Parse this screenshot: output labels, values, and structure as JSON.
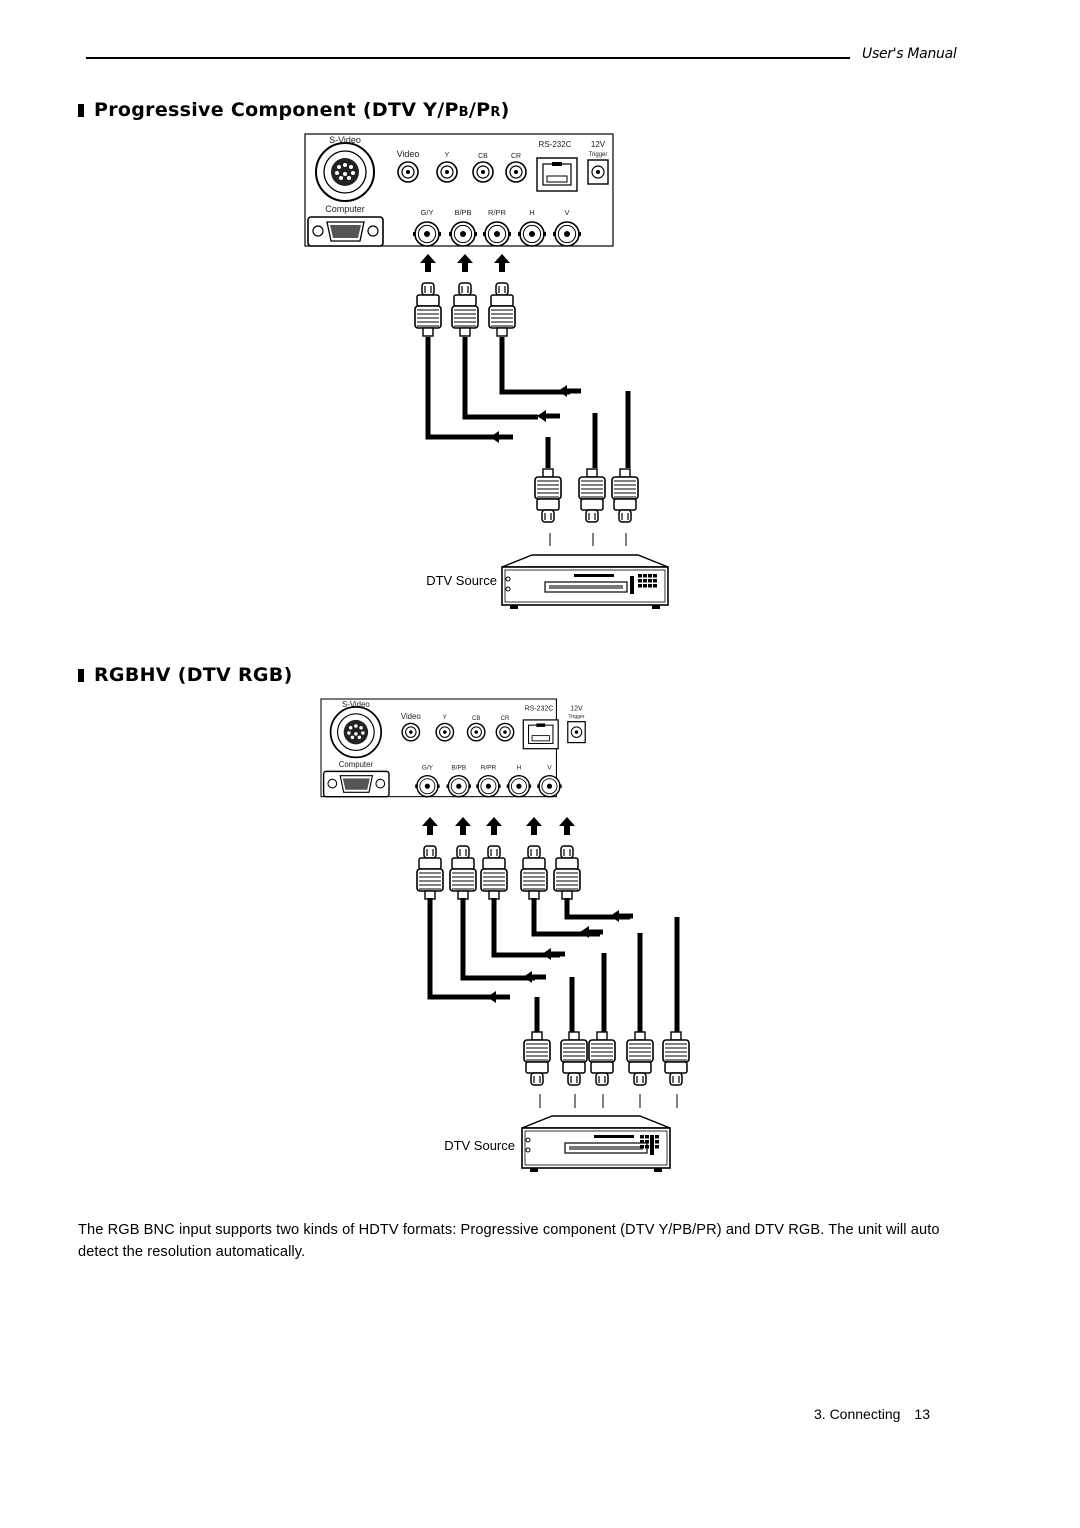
{
  "header": {
    "manual_label": "User's Manual"
  },
  "section1": {
    "title_main": "Progressive Component (DTV Y/",
    "title_sub": "Pb/Pr",
    "title_end": ")"
  },
  "section2": {
    "title": "RGBHV (DTV RGB)"
  },
  "panel": {
    "svideo": "S-Video",
    "video": "Video",
    "y": "Y",
    "cb": "CB",
    "cr": "CR",
    "rs232c": "RS-232C",
    "v12": "12V",
    "trigger": "Trigger",
    "computer": "Computer",
    "gy": "G/Y",
    "bpb": "B/PB",
    "rpr": "R/PR",
    "h": "H",
    "v": "V"
  },
  "source_label": "DTV Source",
  "body": {
    "text": "The RGB BNC input supports two kinds of HDTV formats: Progressive component (DTV Y/PB/PR) and DTV RGB. The unit will auto detect the resolution automatically."
  },
  "footer": {
    "chapter": "3. Connecting",
    "page": "13"
  }
}
